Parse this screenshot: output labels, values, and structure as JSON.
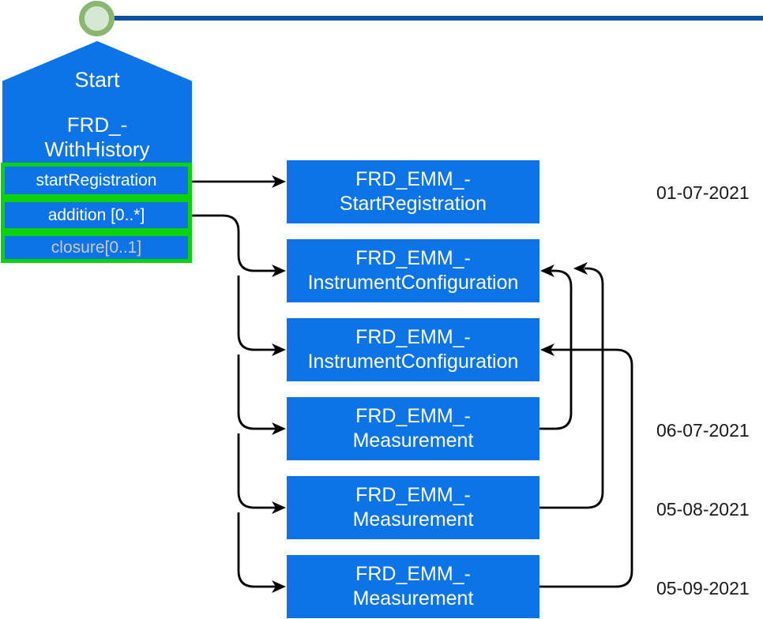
{
  "colors": {
    "event_box_blue": "#0d74e7",
    "timeline_navy": "#0b519f",
    "operation_border_green": "#0bd20b",
    "milestone_ring_green": "#8ab672",
    "milestone_fill_green": "#d5e8d4",
    "connector_black": "#000000",
    "muted_operation_text": "#c9c9c9"
  },
  "start_shape": {
    "title": "Start",
    "name_line1": "FRD_-",
    "name_line2": "WithHistory",
    "operations": [
      {
        "label": "startRegistration"
      },
      {
        "label": "addition [0..*]"
      },
      {
        "label": "closure[0..1]"
      }
    ]
  },
  "event_boxes": [
    {
      "line1": "FRD_EMM_-",
      "line2": "StartRegistration"
    },
    {
      "line1": "FRD_EMM_-",
      "line2": "InstrumentConfiguration"
    },
    {
      "line1": "FRD_EMM_-",
      "line2": "InstrumentConfiguration"
    },
    {
      "line1": "FRD_EMM_-",
      "line2": "Measurement"
    },
    {
      "line1": "FRD_EMM_-",
      "line2": "Measurement"
    },
    {
      "line1": "FRD_EMM_-",
      "line2": "Measurement"
    }
  ],
  "dates": [
    {
      "label": "01-07-2021"
    },
    {
      "label": "06-07-2021"
    },
    {
      "label": "05-08-2021"
    },
    {
      "label": "05-09-2021"
    }
  ]
}
